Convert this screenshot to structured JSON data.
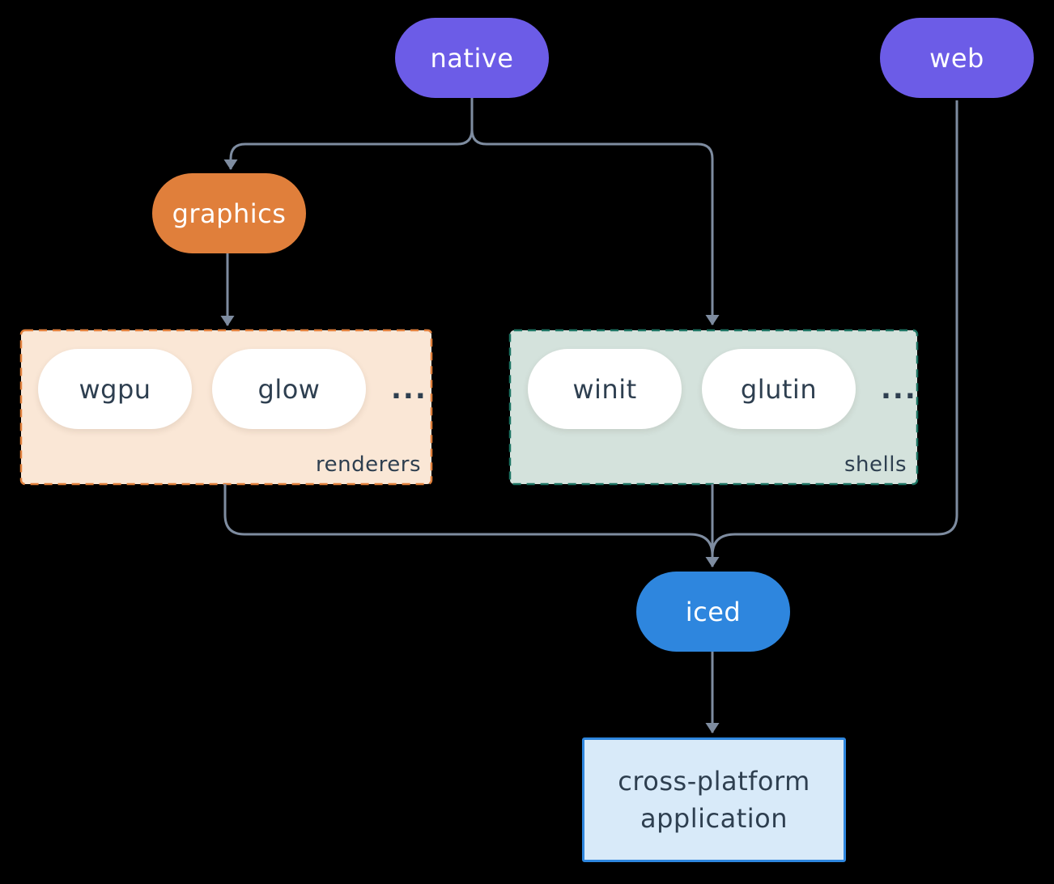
{
  "diagram": {
    "background": "#000000",
    "connector_color": "#7E8CA0",
    "nodes": {
      "native": {
        "label": "native",
        "fill": "#6C5CE7",
        "text_color": "#FFFFFF"
      },
      "web": {
        "label": "web",
        "fill": "#6C5CE7",
        "text_color": "#FFFFFF"
      },
      "graphics": {
        "label": "graphics",
        "fill": "#E07F3B",
        "text_color": "#FFFFFF"
      },
      "iced": {
        "label": "iced",
        "fill": "#2E86DE",
        "text_color": "#FFFFFF"
      },
      "application": {
        "lines": [
          "cross-platform",
          "application"
        ],
        "fill": "#D8EAF9",
        "border": "#2E86DE",
        "text_color": "#2E3F50"
      }
    },
    "groups": {
      "renderers": {
        "label": "renderers",
        "fill": "#FAE7D6",
        "border": "#E07F3B",
        "items": [
          "wgpu",
          "glow"
        ],
        "ellipsis": "...",
        "text_color": "#2E3F50"
      },
      "shells": {
        "label": "shells",
        "fill": "#D4E2DC",
        "border": "#1C7362",
        "items": [
          "winit",
          "glutin"
        ],
        "ellipsis": "...",
        "text_color": "#2E3F50"
      }
    },
    "edges": [
      {
        "from": "native",
        "to": "graphics"
      },
      {
        "from": "native",
        "to": "shells"
      },
      {
        "from": "graphics",
        "to": "renderers"
      },
      {
        "from": "renderers",
        "to": "iced"
      },
      {
        "from": "shells",
        "to": "iced"
      },
      {
        "from": "web",
        "to": "iced"
      },
      {
        "from": "iced",
        "to": "application"
      }
    ]
  }
}
